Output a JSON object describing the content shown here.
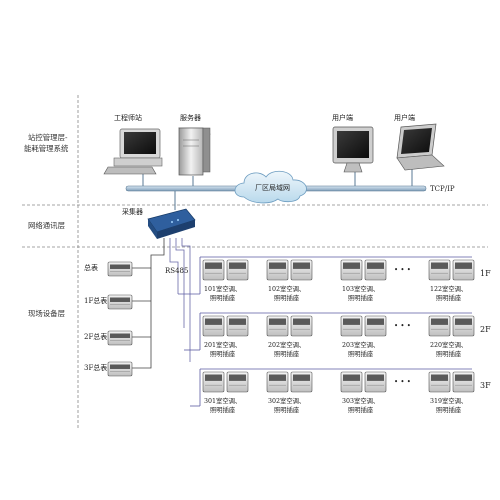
{
  "layers": {
    "station_mgmt_line1": "站控管理层-",
    "station_mgmt_line2": "能耗管理系统",
    "network": "网络通讯层",
    "field": "现场设备层"
  },
  "top": {
    "engineer_station": "工程师站",
    "server": "服务器",
    "client_1": "用户端",
    "client_2": "用户端",
    "lan": "厂区局域网",
    "tcpip": "TCP/IP"
  },
  "network": {
    "collector": "采集器",
    "rs485": "RS485"
  },
  "field": {
    "total_meters": [
      "总表",
      "1F总表",
      "2F总表",
      "3F总表"
    ],
    "floors": [
      "1F",
      "2F",
      "3F"
    ],
    "ellipsis": "• • •",
    "rooms": [
      [
        {
          "room": "101室空调、",
          "sub": "照明插座"
        },
        {
          "room": "102室空调、",
          "sub": "照明插座"
        },
        {
          "room": "103室空调、",
          "sub": "照明插座"
        },
        {
          "room": "122室空调、",
          "sub": "照明插座"
        }
      ],
      [
        {
          "room": "201室空调、",
          "sub": "照明插座"
        },
        {
          "room": "202室空调、",
          "sub": "照明插座"
        },
        {
          "room": "203室空调、",
          "sub": "照明插座"
        },
        {
          "room": "220室空调、",
          "sub": "照明插座"
        }
      ],
      [
        {
          "room": "301室空调、",
          "sub": "照明插座"
        },
        {
          "room": "302室空调、",
          "sub": "照明插座"
        },
        {
          "room": "303室空调、",
          "sub": "照明插座"
        },
        {
          "room": "319室空调、",
          "sub": "照明插座"
        }
      ]
    ]
  }
}
